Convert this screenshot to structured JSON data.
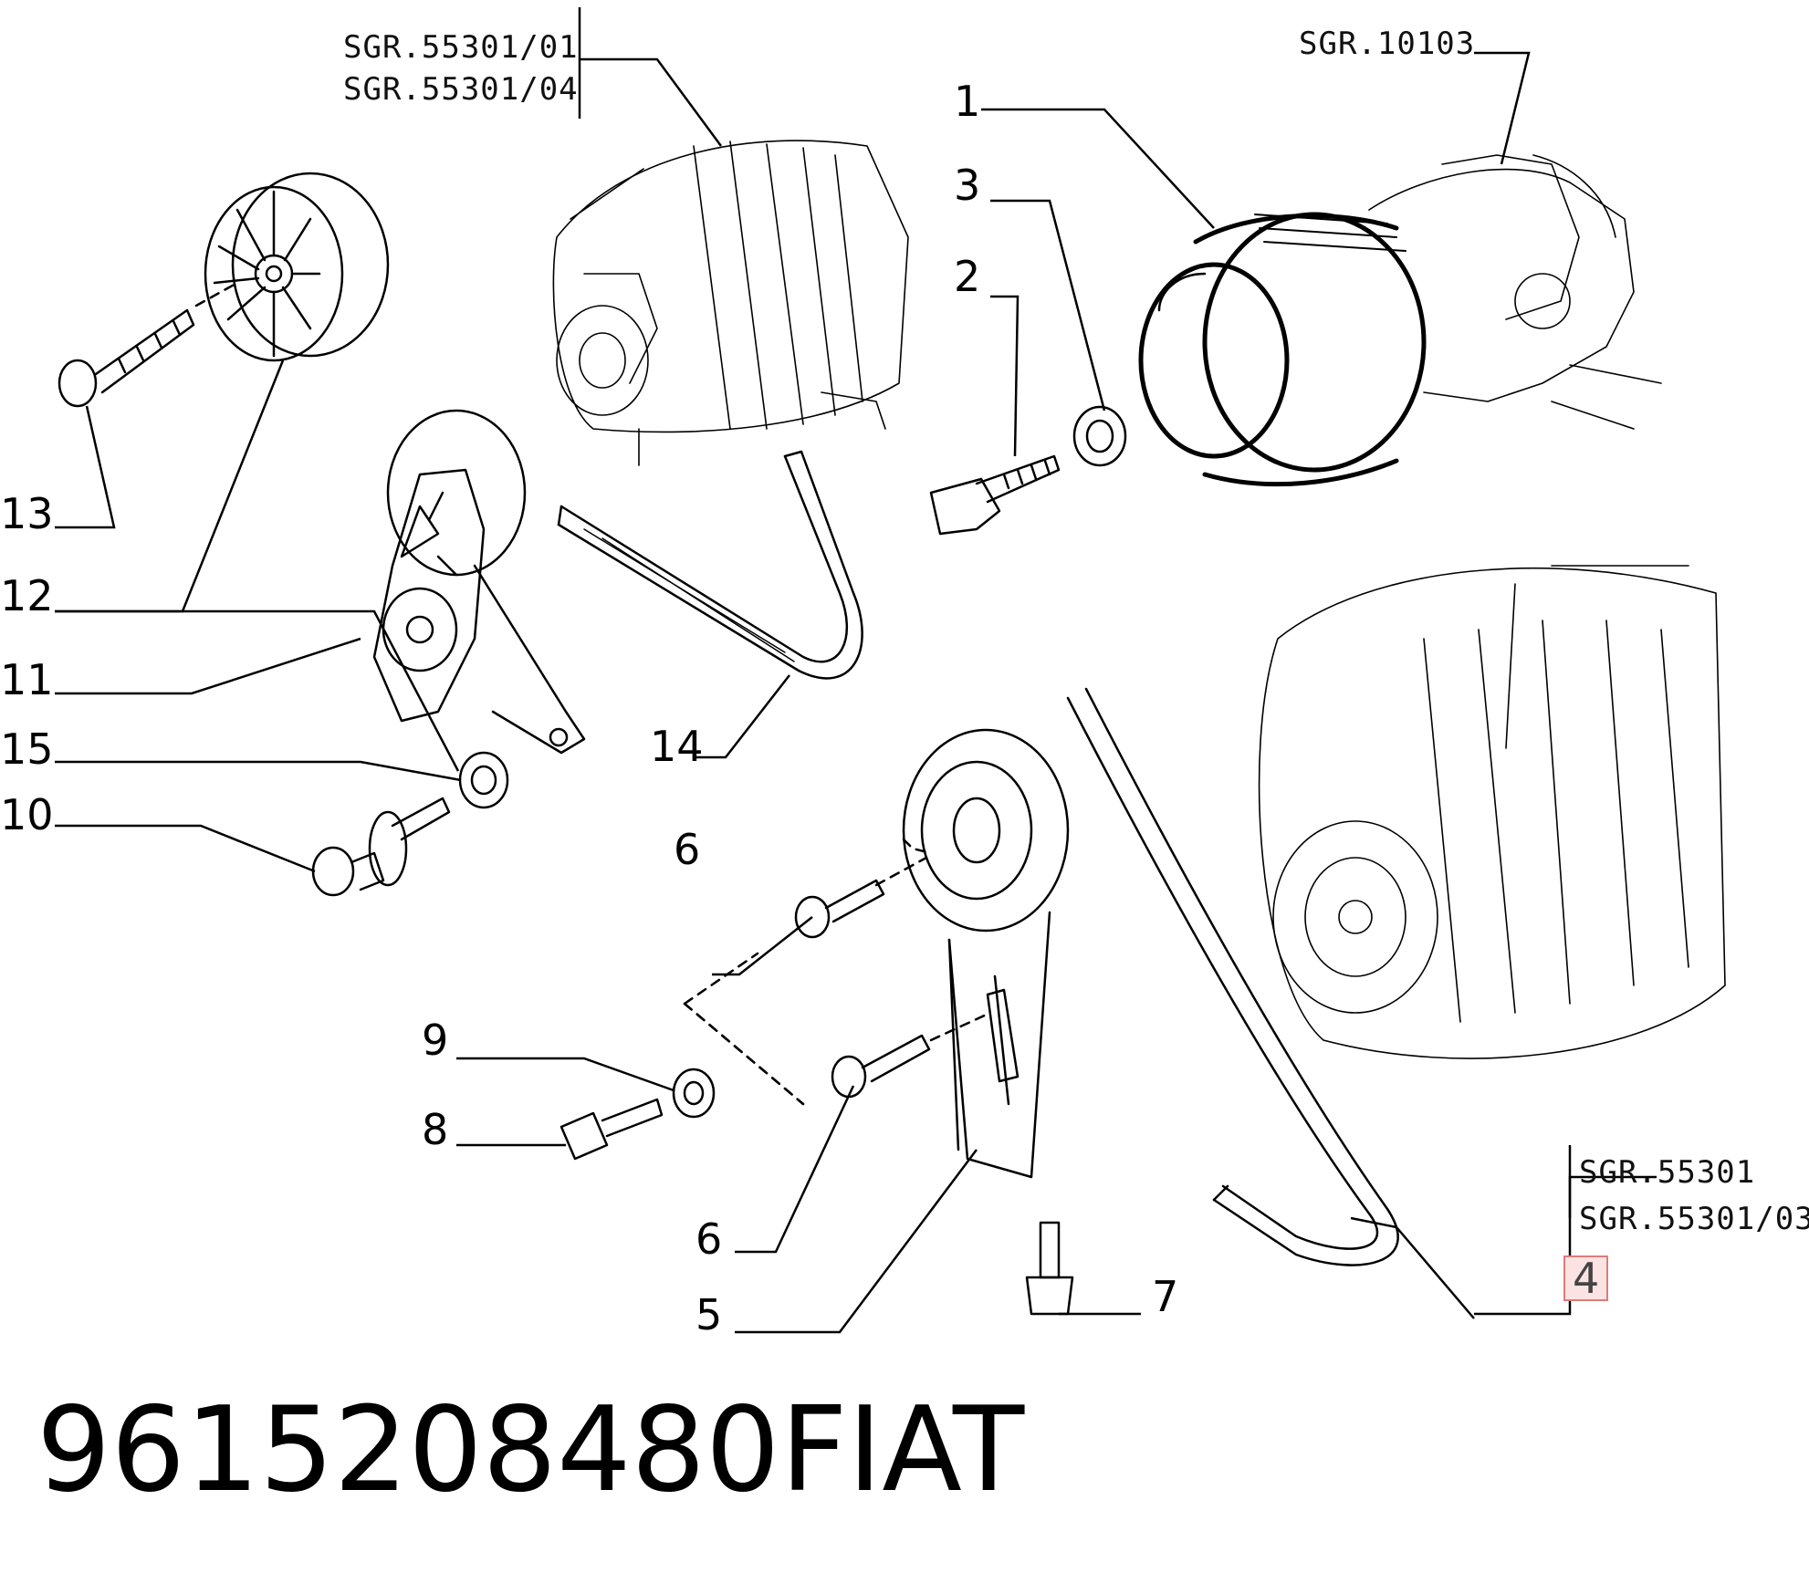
{
  "diagram": {
    "part_number": "9615208480",
    "brand": "FIAT",
    "callouts": {
      "c1": "1",
      "c2": "2",
      "c3": "3",
      "c4": "4",
      "c5": "5",
      "c6a": "6",
      "c6b": "6",
      "c7": "7",
      "c8": "8",
      "c9": "9",
      "c10": "10",
      "c11": "11",
      "c12": "12",
      "c13": "13",
      "c14": "14",
      "c15": "15"
    },
    "references": {
      "top_left_1": "SGR.55301/01",
      "top_left_2": "SGR.55301/04",
      "top_right": "SGR.10103",
      "bottom_right_1": "SGR.55301",
      "bottom_right_2": "SGR.55301/03"
    },
    "highlight_color": "#e07a7a"
  }
}
